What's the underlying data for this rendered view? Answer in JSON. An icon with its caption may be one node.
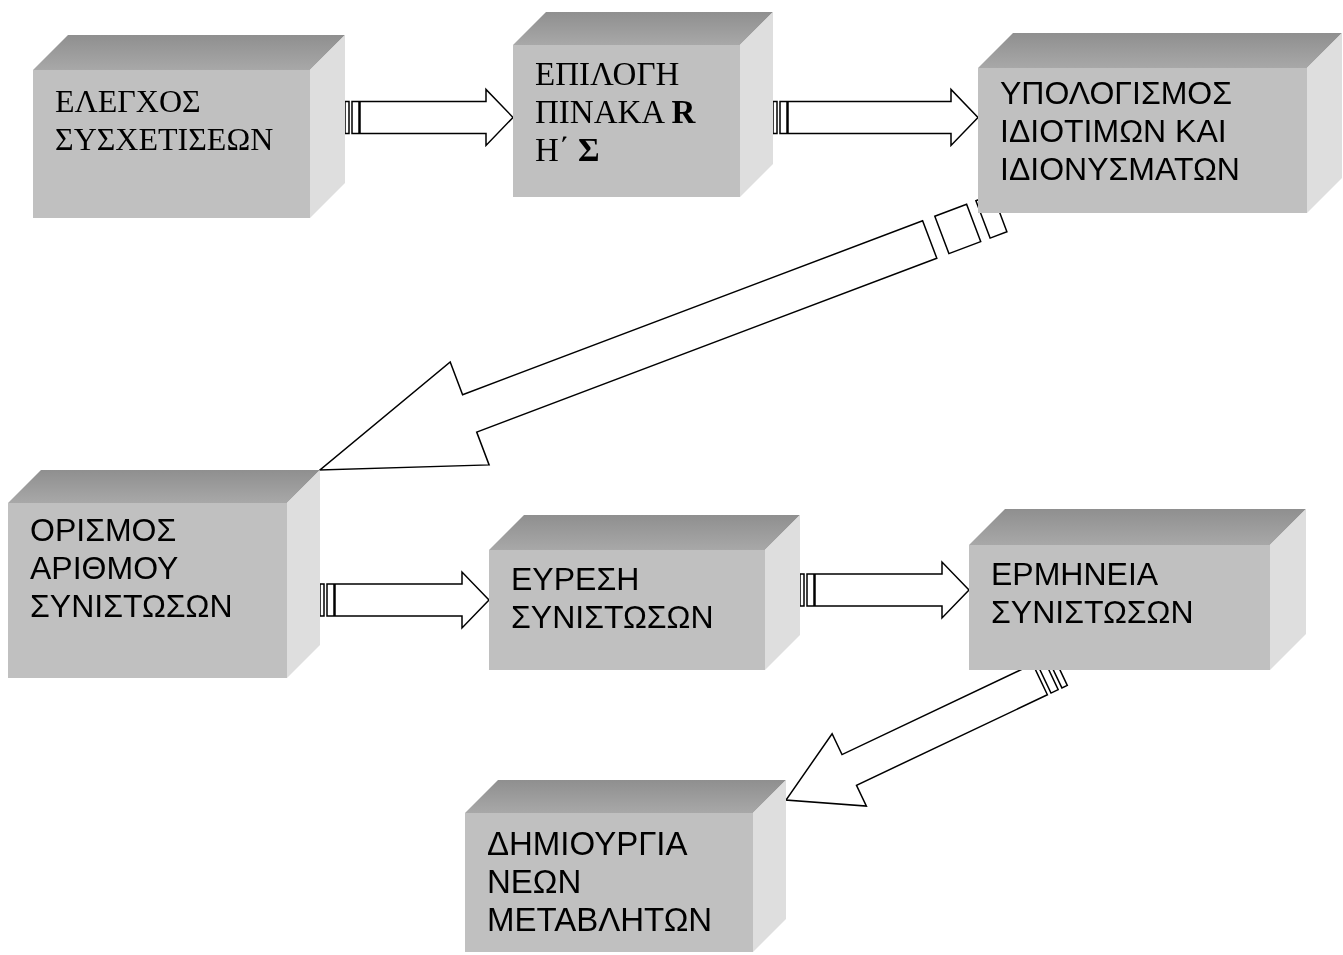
{
  "diagram": {
    "nodes": [
      {
        "text": [
          "ΕΛΕΓΧΟΣ ΣΥΣΧΕΤΙΣΕΩΝ"
        ]
      },
      {
        "text": [
          "ΕΠΙΛΟΓΗ ΠΙΝΑΚΑ **R** Η΄ **Σ**"
        ]
      },
      {
        "text": [
          "ΥΠΟΛΟΓΙΣΜΟΣ ΙΔΙΟΤΙΜΩΝ ΚΑΙ ΙΔΙΟΝΥΣΜΑΤΩΝ"
        ]
      },
      {
        "text": [
          "ΟΡΙΣΜΟΣ ΑΡΙΘΜΟΥ ΣΥΝΙΣΤΩΣΩΝ"
        ]
      },
      {
        "text": [
          "ΕΥΡΕΣΗ ΣΥΝΙΣΤΩΣΩΝ"
        ]
      },
      {
        "text": [
          "ΕΡΜΗΝΕΙΑ ΣΥΝΙΣΤΩΣΩΝ"
        ]
      },
      {
        "text": [
          "ΔΗΜΙΟΥΡΓΙΑ ΝΕΩΝ ΜΕΤΑΒΛΗΤΩΝ"
        ]
      }
    ],
    "edges": [
      {
        "from": 0,
        "to": 1,
        "arrow": "to"
      },
      {
        "from": 1,
        "to": 2,
        "arrow": "to"
      },
      {
        "from": 2,
        "to": 3,
        "arrow": "to"
      },
      {
        "from": 3,
        "to": 4,
        "arrow": "to"
      },
      {
        "from": 4,
        "to": 5,
        "arrow": "to"
      },
      {
        "from": 5,
        "to": 6,
        "arrow": "to"
      }
    ]
  }
}
